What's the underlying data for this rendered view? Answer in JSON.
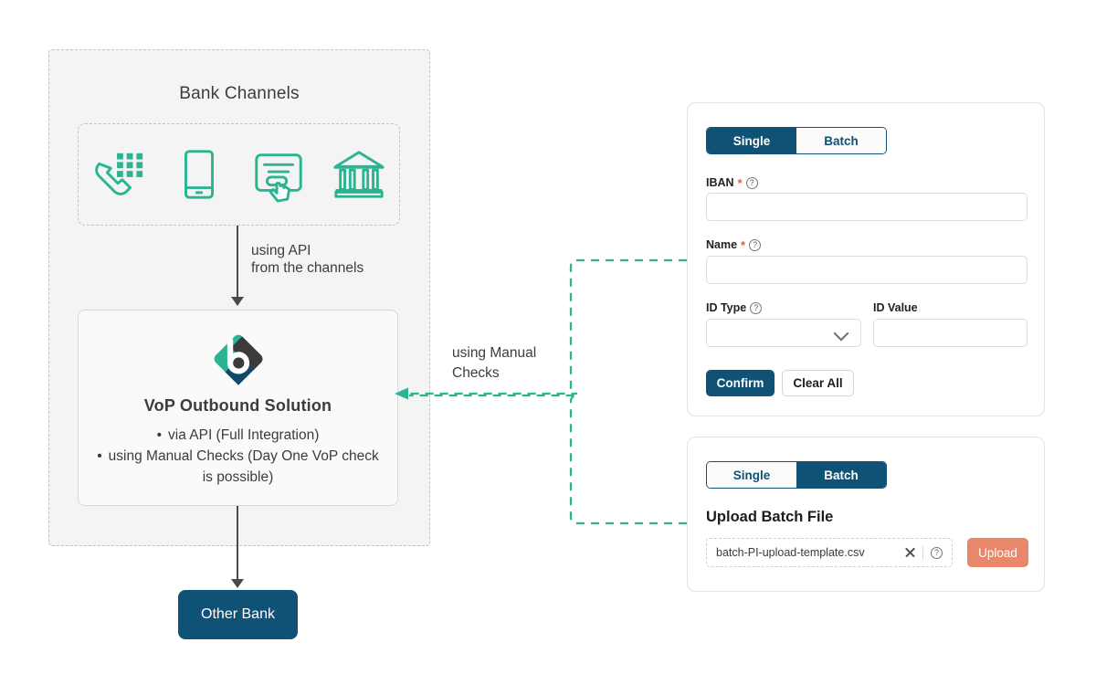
{
  "colors": {
    "teal": "#2bb492",
    "navy": "#0f5275",
    "coral": "#e8876a",
    "panel_bg": "#f4f4f4",
    "dash_gray": "#c2c2c2",
    "text": "#3c3c3c"
  },
  "diagram": {
    "bank_channels_title": "Bank Channels",
    "channels": [
      {
        "name": "telephone-banking-icon",
        "label": "Telephone banking"
      },
      {
        "name": "mobile-banking-icon",
        "label": "Mobile banking"
      },
      {
        "name": "online-banking-icon",
        "label": "Online banking"
      },
      {
        "name": "branch-banking-icon",
        "label": "Branch banking"
      }
    ],
    "api_arrow_label_line1": "using API",
    "api_arrow_label_line2": "from the channels",
    "manual_arrow_label_line1": "using Manual",
    "manual_arrow_label_line2": "Checks",
    "vop": {
      "title": "VoP Outbound Solution",
      "bullets": [
        "via API (Full Integration)",
        "using Manual Checks (Day One VoP check is possible)"
      ],
      "logo_name": "vop-brand-logo"
    },
    "other_bank": "Other Bank"
  },
  "single_panel": {
    "tabs": [
      {
        "label": "Single",
        "active": true
      },
      {
        "label": "Batch",
        "active": false
      }
    ],
    "fields": {
      "iban": {
        "label": "IBAN",
        "required": true,
        "help": true,
        "value": "",
        "placeholder": ""
      },
      "name": {
        "label": "Name",
        "required": true,
        "help": true,
        "value": "",
        "placeholder": ""
      },
      "id_type": {
        "label": "ID Type",
        "required": false,
        "help": true,
        "value": "",
        "placeholder": ""
      },
      "id_value": {
        "label": "ID Value",
        "required": false,
        "help": false,
        "value": "",
        "placeholder": ""
      }
    },
    "confirm_label": "Confirm",
    "clear_label": "Clear All"
  },
  "batch_panel": {
    "tabs": [
      {
        "label": "Single",
        "active": false
      },
      {
        "label": "Batch",
        "active": true
      }
    ],
    "upload_title": "Upload Batch File",
    "file_name": "batch-PI-upload-template.csv",
    "upload_label": "Upload"
  }
}
